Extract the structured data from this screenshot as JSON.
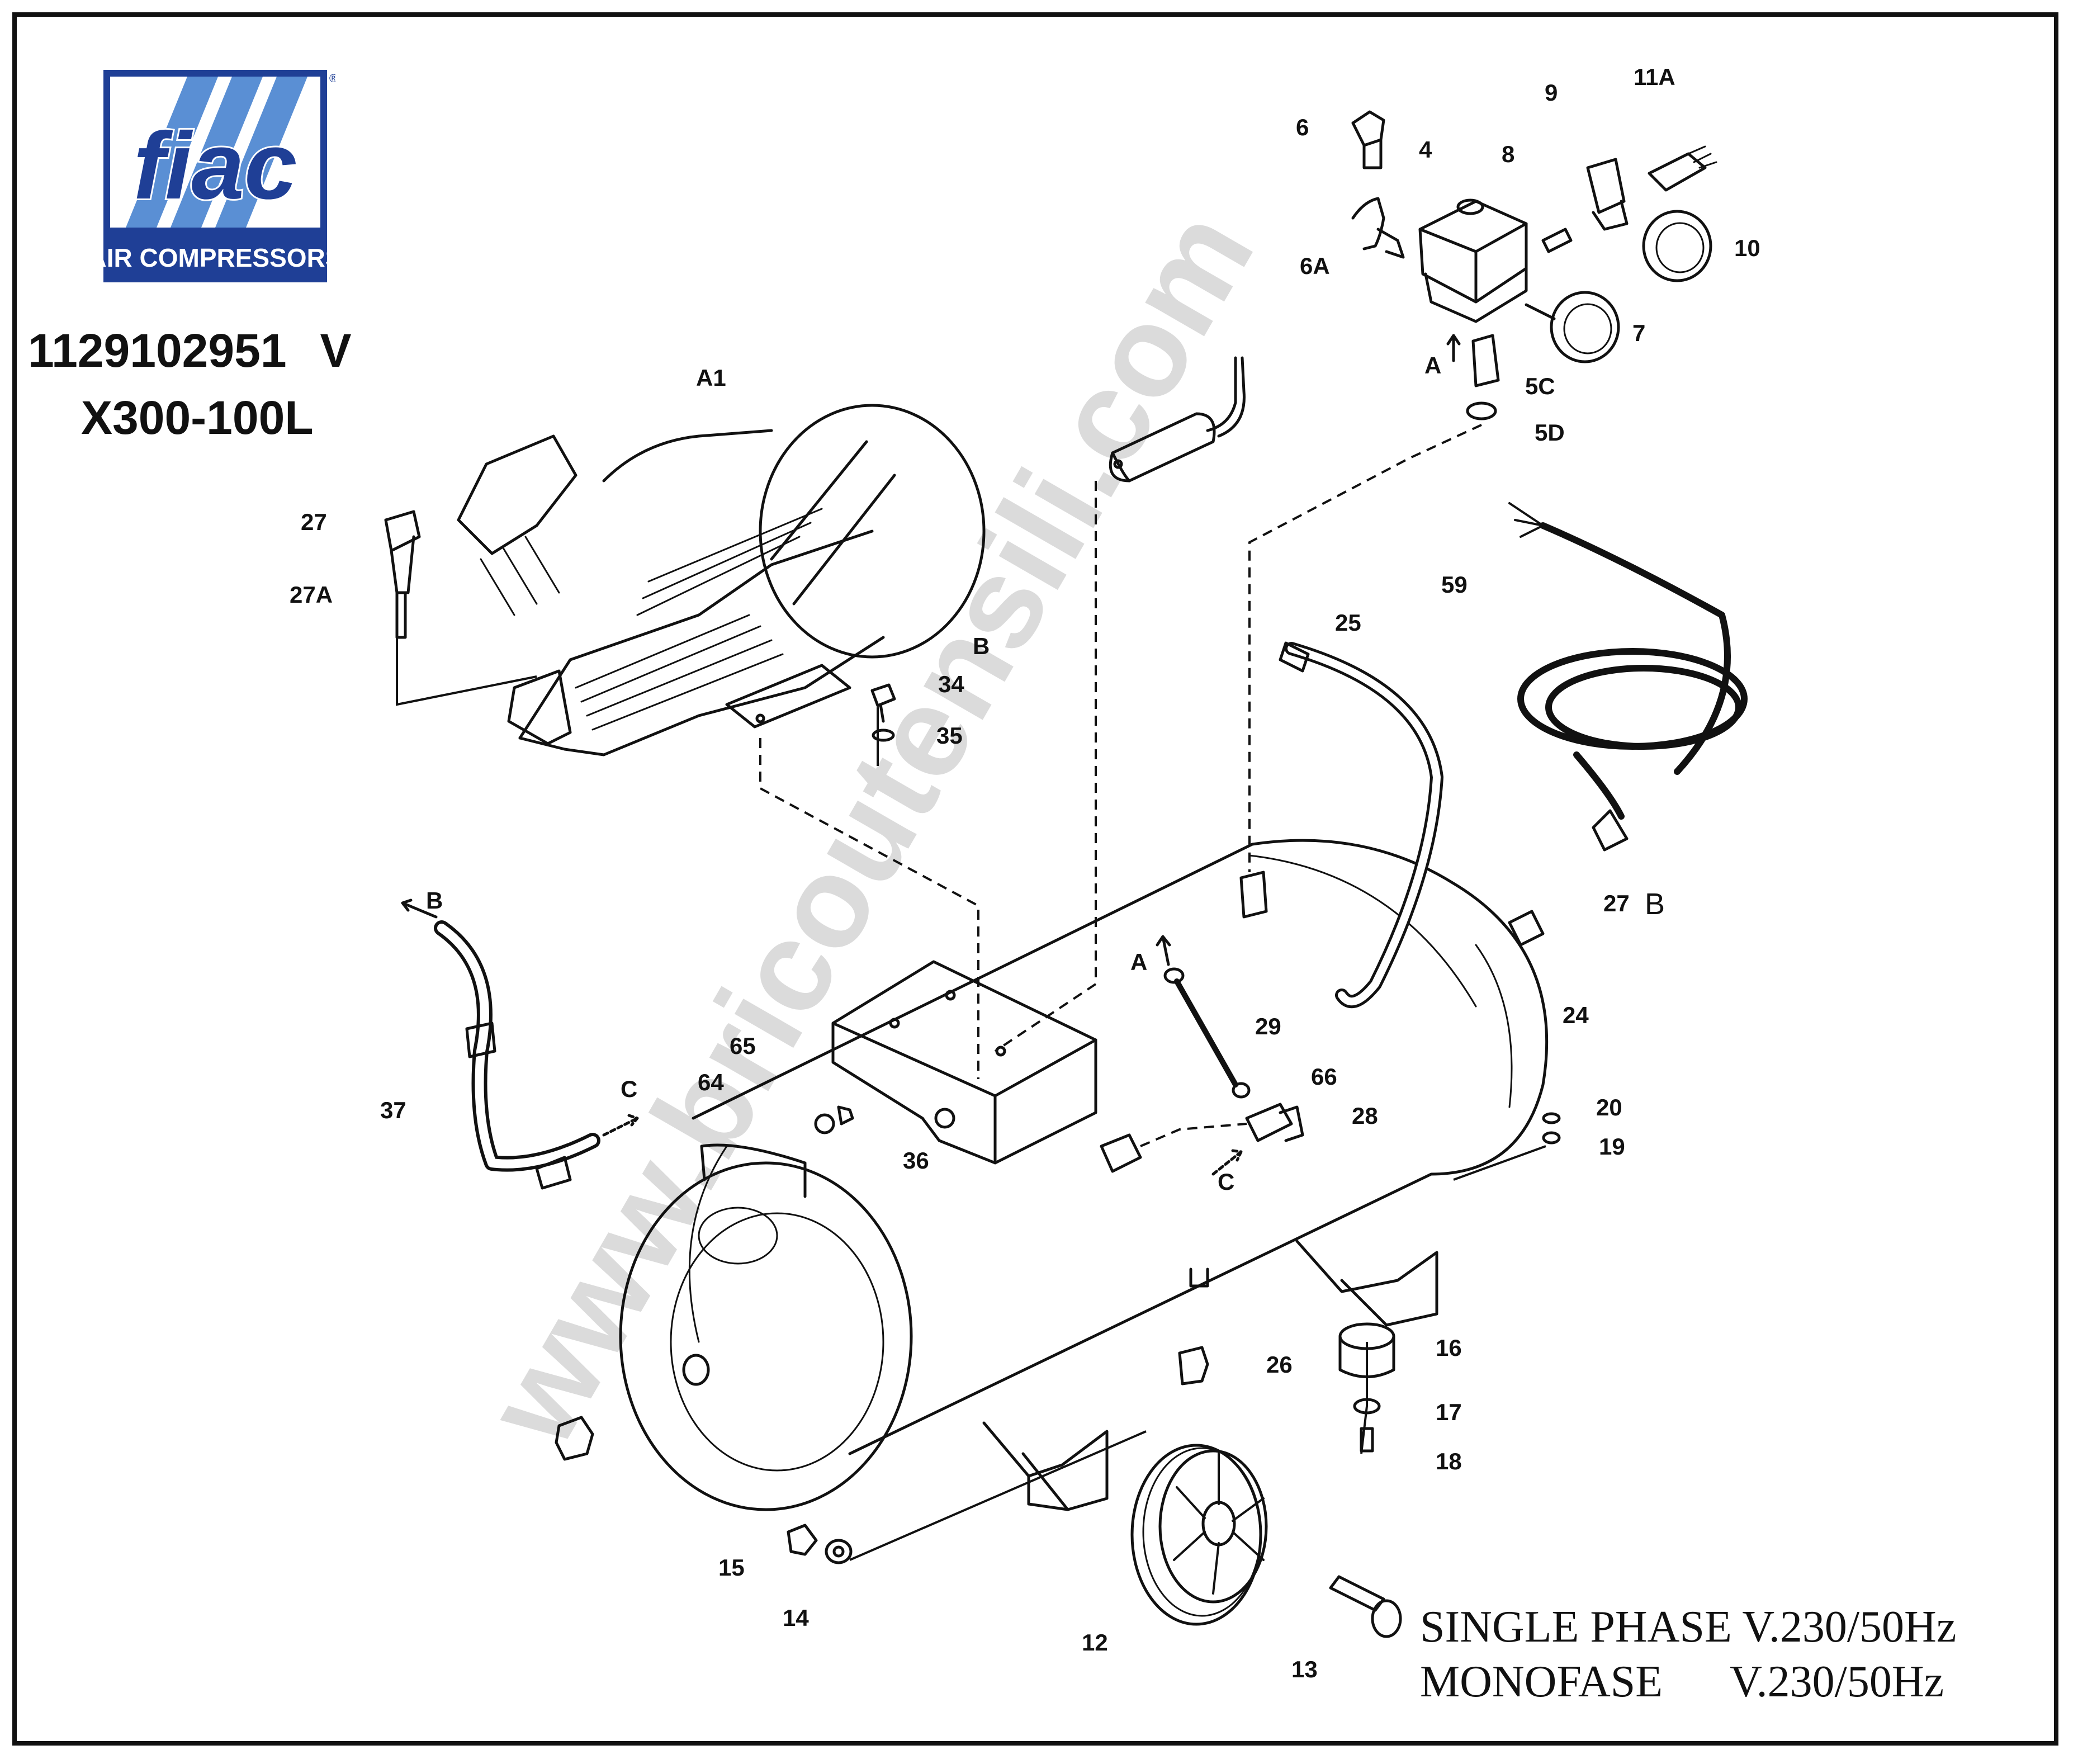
{
  "brand": {
    "logo_text": "fiac",
    "logo_subtitle": "AIR COMPRESSORS",
    "registered_mark": "®"
  },
  "model": {
    "code": "1129102951",
    "suffix": "V",
    "name": "X300-100L"
  },
  "specs": {
    "line1": "SINGLE PHASE V.230/50Hz",
    "line2_a": "MONOFASE",
    "line2_b": "V.230/50Hz"
  },
  "watermark": "www.bricoutensili.com",
  "callouts": {
    "p6": "6",
    "p6A": "6A",
    "p4": "4",
    "p8": "8",
    "p9": "9",
    "p11A": "11A",
    "p10": "10",
    "p7": "7",
    "pA_top": "A",
    "p5C": "5C",
    "p5D": "5D",
    "pA1": "A1",
    "p27": "27",
    "p27A": "27A",
    "pB_motor": "B",
    "p34": "34",
    "p35": "35",
    "p25": "25",
    "p59": "59",
    "pB_hose": "B",
    "p37": "37",
    "pC_hose": "C",
    "p27B": "27",
    "p27B_letter": "B",
    "p24": "24",
    "pA_mid": "A",
    "p29": "29",
    "p66": "66",
    "p28": "28",
    "pC_mid": "C",
    "p65": "65",
    "p64": "64",
    "p36": "36",
    "p20": "20",
    "p19": "19",
    "p16": "16",
    "p26": "26",
    "p17": "17",
    "p18": "18",
    "p15": "15",
    "p14": "14",
    "p12": "12",
    "p13": "13"
  }
}
